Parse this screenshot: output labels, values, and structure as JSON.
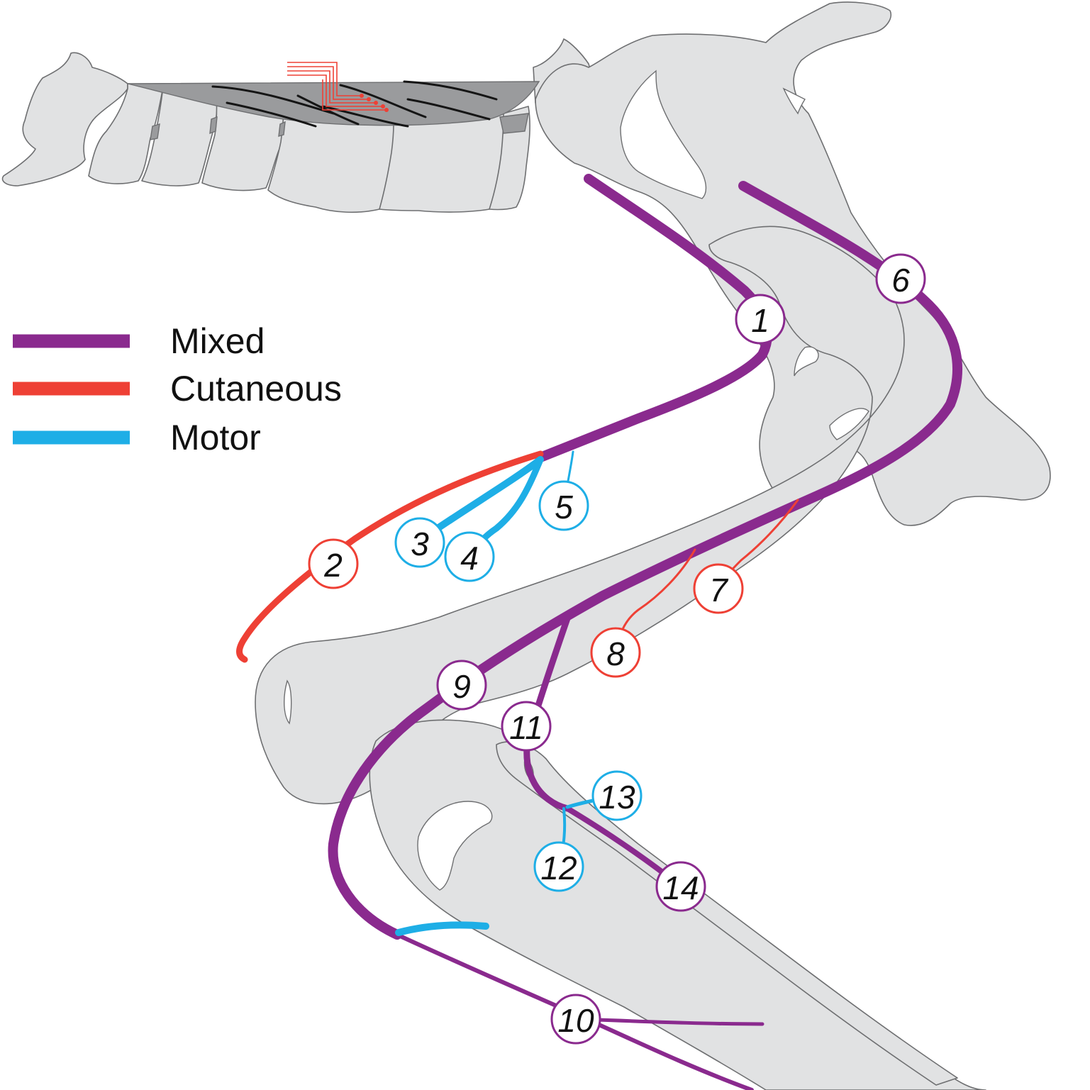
{
  "colors": {
    "mixed": "#8a2a8e",
    "cutaneous": "#ee4035",
    "motor": "#1eaee6",
    "bone": "#e1e2e3",
    "bone_outline": "#6e6f71",
    "muscle": "#9a9b9d"
  },
  "legend": [
    {
      "key": "mixed",
      "label": "Mixed"
    },
    {
      "key": "cutaneous",
      "label": "Cutaneous"
    },
    {
      "key": "motor",
      "label": "Motor"
    }
  ],
  "nerve_labels": [
    {
      "text": "1",
      "type": "mixed"
    },
    {
      "text": "2",
      "type": "cutaneous"
    },
    {
      "text": "3",
      "type": "motor"
    },
    {
      "text": "4",
      "type": "motor"
    },
    {
      "text": "5",
      "type": "motor"
    },
    {
      "text": "6",
      "type": "mixed"
    },
    {
      "text": "7",
      "type": "cutaneous"
    },
    {
      "text": "8",
      "type": "cutaneous"
    },
    {
      "text": "9",
      "type": "mixed"
    },
    {
      "text": "10",
      "type": "mixed"
    },
    {
      "text": "11",
      "type": "mixed"
    },
    {
      "text": "12",
      "type": "motor"
    },
    {
      "text": "13",
      "type": "motor"
    },
    {
      "text": "14",
      "type": "mixed"
    }
  ]
}
